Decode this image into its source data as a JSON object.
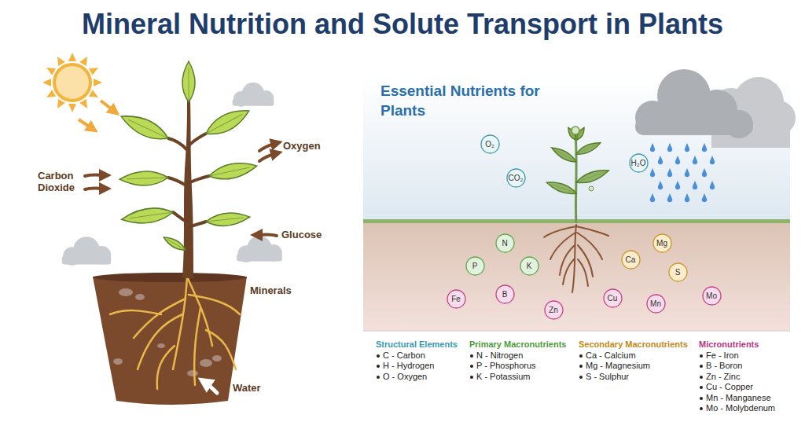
{
  "diagram": {
    "title": "Mineral Nutrition and Solute Transport in Plants",
    "nodes": [
      {
        "text": [
          "O₂"
        ]
      },
      {
        "text": [
          "CO₂"
        ]
      },
      {
        "text": [
          "H₂O"
        ]
      },
      {
        "text": [
          "N"
        ]
      },
      {
        "text": [
          "Mg"
        ]
      },
      {
        "text": [
          "P"
        ]
      },
      {
        "text": [
          "K"
        ]
      },
      {
        "text": [
          "Ca"
        ]
      },
      {
        "text": [
          "S"
        ]
      },
      {
        "text": [
          "Fe"
        ]
      },
      {
        "text": [
          "B"
        ]
      },
      {
        "text": [
          "Zn"
        ]
      },
      {
        "text": [
          "Cu"
        ]
      },
      {
        "text": [
          "Mn"
        ]
      },
      {
        "text": [
          "Mo"
        ]
      }
    ],
    "labels": [
      "Carbon Dioxide",
      "Oxygen",
      "Glucose",
      "Minerals",
      "Water",
      "Essential Nutrients for Plants",
      "Structural Elements",
      "C - Carbon",
      "H - Hydrogen",
      "O - Oxygen",
      "Primary Macronutrients",
      "N - Nitrogen",
      "P - Phosphorus",
      "K - Potassium",
      "Secondary Macronutrients",
      "Ca - Calcium",
      "Mg - Magnesium",
      "S - Sulphur",
      "Micronutrients",
      "Fe - Iron",
      "B - Boron",
      "Zn - Zinc",
      "Cu - Copper",
      "Mn - Manganese",
      "Mo - Molybdenum"
    ]
  }
}
